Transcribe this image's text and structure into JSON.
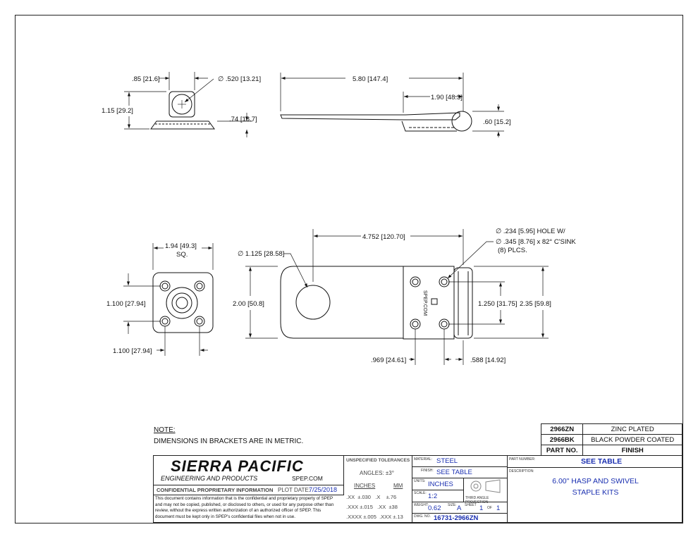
{
  "notes": {
    "heading": "NOTE:",
    "text": "DIMENSIONS IN BRACKETS ARE IN METRIC."
  },
  "dims": {
    "top_left_width": ".85",
    "top_left_width_mm": "21.6",
    "top_left_hole": "∅ .520",
    "top_left_hole_mm": "13.21",
    "top_left_height": "1.15",
    "top_left_height_mm": "29.2",
    "top_left_base": ".74",
    "top_left_base_mm": "18.7",
    "top_overall": "5.80",
    "top_overall_mm": "147.4",
    "top_hinge": "1.90",
    "top_hinge_mm": "48.3",
    "top_eye": ".60",
    "top_eye_mm": "15.2",
    "sq_width": "1.94",
    "sq_width_mm": "49.3",
    "sq_label": "SQ.",
    "sq_vert": "1.100",
    "sq_vert_mm": "27.94",
    "sq_horiz": "1.100",
    "sq_horiz_mm": "27.94",
    "hole_dia": "∅ 1.125",
    "hole_dia_mm": "28.58",
    "hasp_len": "4.752",
    "hasp_len_mm": "120.70",
    "hasp_width": "2.00",
    "hasp_width_mm": "50.8",
    "callout_1": "∅ .234",
    "callout_1_mm": "5.95",
    "callout_1_txt": "HOLE W/",
    "callout_2": "∅ .345",
    "callout_2_mm": "8.76",
    "callout_2_txt": "x 82° C'SINK",
    "callout_3": "(8) PLCS.",
    "plate_holes": "1.250",
    "plate_holes_mm": "31.75",
    "plate_h": "2.35",
    "plate_h_mm": "59.8",
    "off1": ".969",
    "off1_mm": "24.61",
    "off2": ".588",
    "off2_mm": "14.92",
    "stamp": "SPEP.COM"
  },
  "finish_table": {
    "rows": [
      {
        "part": "2966ZN",
        "finish": "ZINC PLATED"
      },
      {
        "part": "2966BK",
        "finish": "BLACK POWDER COATED"
      }
    ],
    "header_part": "PART NO.",
    "header_finish": "FINISH"
  },
  "title_block": {
    "company": "SIERRA PACIFIC",
    "company_sub": "ENGINEERING AND PRODUCTS",
    "website": "SPEP.COM",
    "confidential_title": "CONFIDENTIAL PROPRIETARY INFORMATION",
    "plot_label": "PLOT DATE:",
    "plot_date": "7/25/2018",
    "confidential_text": "This document contains information that is the confidential and proprietary property of SPEP and may not be copied, published, or disclosed to others, or used for any purpose other than review, without the express written authorization of an authorized officer of SPEP. This document must be kept only in SPEP's confidential files when not in use.",
    "tol_title": "UNSPECIFIED TOLERANCES",
    "angles": "ANGLES: ±3°",
    "inches": "INCHES",
    "mm": "MM",
    "tol_rows": [
      {
        "in": ".XX",
        "in_t": "±.030",
        "mm": ".X",
        "mm_t": "±.76"
      },
      {
        "in": ".XXX",
        "in_t": "±.015",
        "mm": ".XX",
        "mm_t": "±38"
      },
      {
        "in": ".XXXX",
        "in_t": "±.005",
        "mm": ".XXX",
        "mm_t": "±.13"
      }
    ],
    "material_label": "MATERIAL:",
    "material": "STEEL",
    "finish_label": "FINISH:",
    "finish": "SEE TABLE",
    "units_label": "UNITS:",
    "units": "INCHES",
    "scale_label": "SCALE:",
    "scale": "1:2",
    "projection": "THIRD ANGLE PROJECTION",
    "weight_label": "WEIGHT:",
    "weight": "0.62",
    "size_label": "SIZE:",
    "size": "A",
    "sheet_label": "SHEET",
    "sheet": "1",
    "of": "OF",
    "sheets": "1",
    "dwg_label": "DWG. NO.",
    "dwg": "16731-2966ZN",
    "partnum_label": "PART NUMBER:",
    "partnum": "SEE TABLE",
    "desc_label": "DESCRIPTION:",
    "desc_1": "6.00\" HASP AND SWIVEL",
    "desc_2": "STAPLE KITS"
  }
}
